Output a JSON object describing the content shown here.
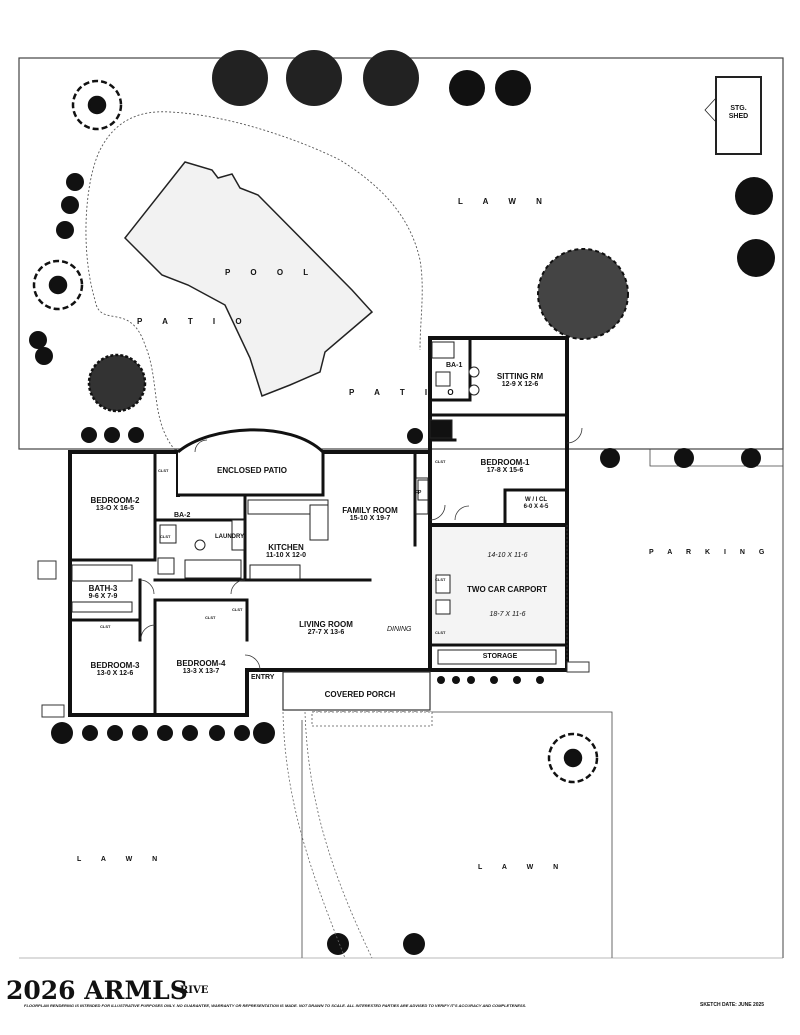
{
  "rooms": {
    "stg_shed": "STG.\nSHED",
    "pool": "P O O L",
    "patio_left": "P A T I O",
    "patio_mid": "P A T I O",
    "lawn_top": "L A W N",
    "sitting_rm": {
      "name": "SITTING RM",
      "dim": "12-9  X  12-6"
    },
    "ba1": "BA-1",
    "bedroom1": {
      "name": "BEDROOM-1",
      "dim": "17-8  X  15-6"
    },
    "wicl": {
      "name": "W / I  CL",
      "dim": "6-0 X 4-5"
    },
    "enclosed_patio": "ENCLOSED PATIO",
    "bedroom2": {
      "name": "BEDROOM-2",
      "dim": "13-O  X  16-5"
    },
    "ba2": "BA-2",
    "laundry": "LAUNDRY",
    "kitchen": {
      "name": "KITCHEN",
      "dim": "11-10  X  12-0"
    },
    "family_room": {
      "name": "FAMILY ROOM",
      "dim": "15-10  X  19-7"
    },
    "bath3": {
      "name": "BATH-3",
      "dim": "9-6  X  7-9"
    },
    "living_room": {
      "name": "LIVING ROOM",
      "dim": "27-7  X  13-6"
    },
    "dining": "DINING",
    "carport": {
      "top_dim": "14-10  X  11-6",
      "name": "TWO CAR CARPORT",
      "bottom_dim": "18-7  X  11-6"
    },
    "storage": "STORAGE",
    "bedroom3": {
      "name": "BEDROOM-3",
      "dim": "13-0  X  12-6"
    },
    "bedroom4": {
      "name": "BEDROOM-4",
      "dim": "13-3  X  13-7"
    },
    "entry": "ENTRY",
    "covered_porch": "COVERED PORCH",
    "parking": "P A R K I N G",
    "lawn_bottom_left": "L A W N",
    "lawn_bottom_right": "L A W N",
    "clst": "CLST",
    "fp": "FP"
  },
  "footer": {
    "watermark": "2026 ARMLS",
    "address_fragment": "RIVE",
    "disclaimer": "FLOORPLAN RENDERING IS INTENDED FOR ILLUSTRATIVE PURPOSES ONLY.  NO GUARANTEE, WARRANTY OR REPRESENTATION IS MADE.  NOT DRAWN TO SCALE.  ALL INTERESTED PARTIES ARE ADVISED TO VERIFY IT'S ACCURACY AND COMPLETENESS.",
    "sketch_date": "SKETCH DATE:  JUNE  2025"
  }
}
